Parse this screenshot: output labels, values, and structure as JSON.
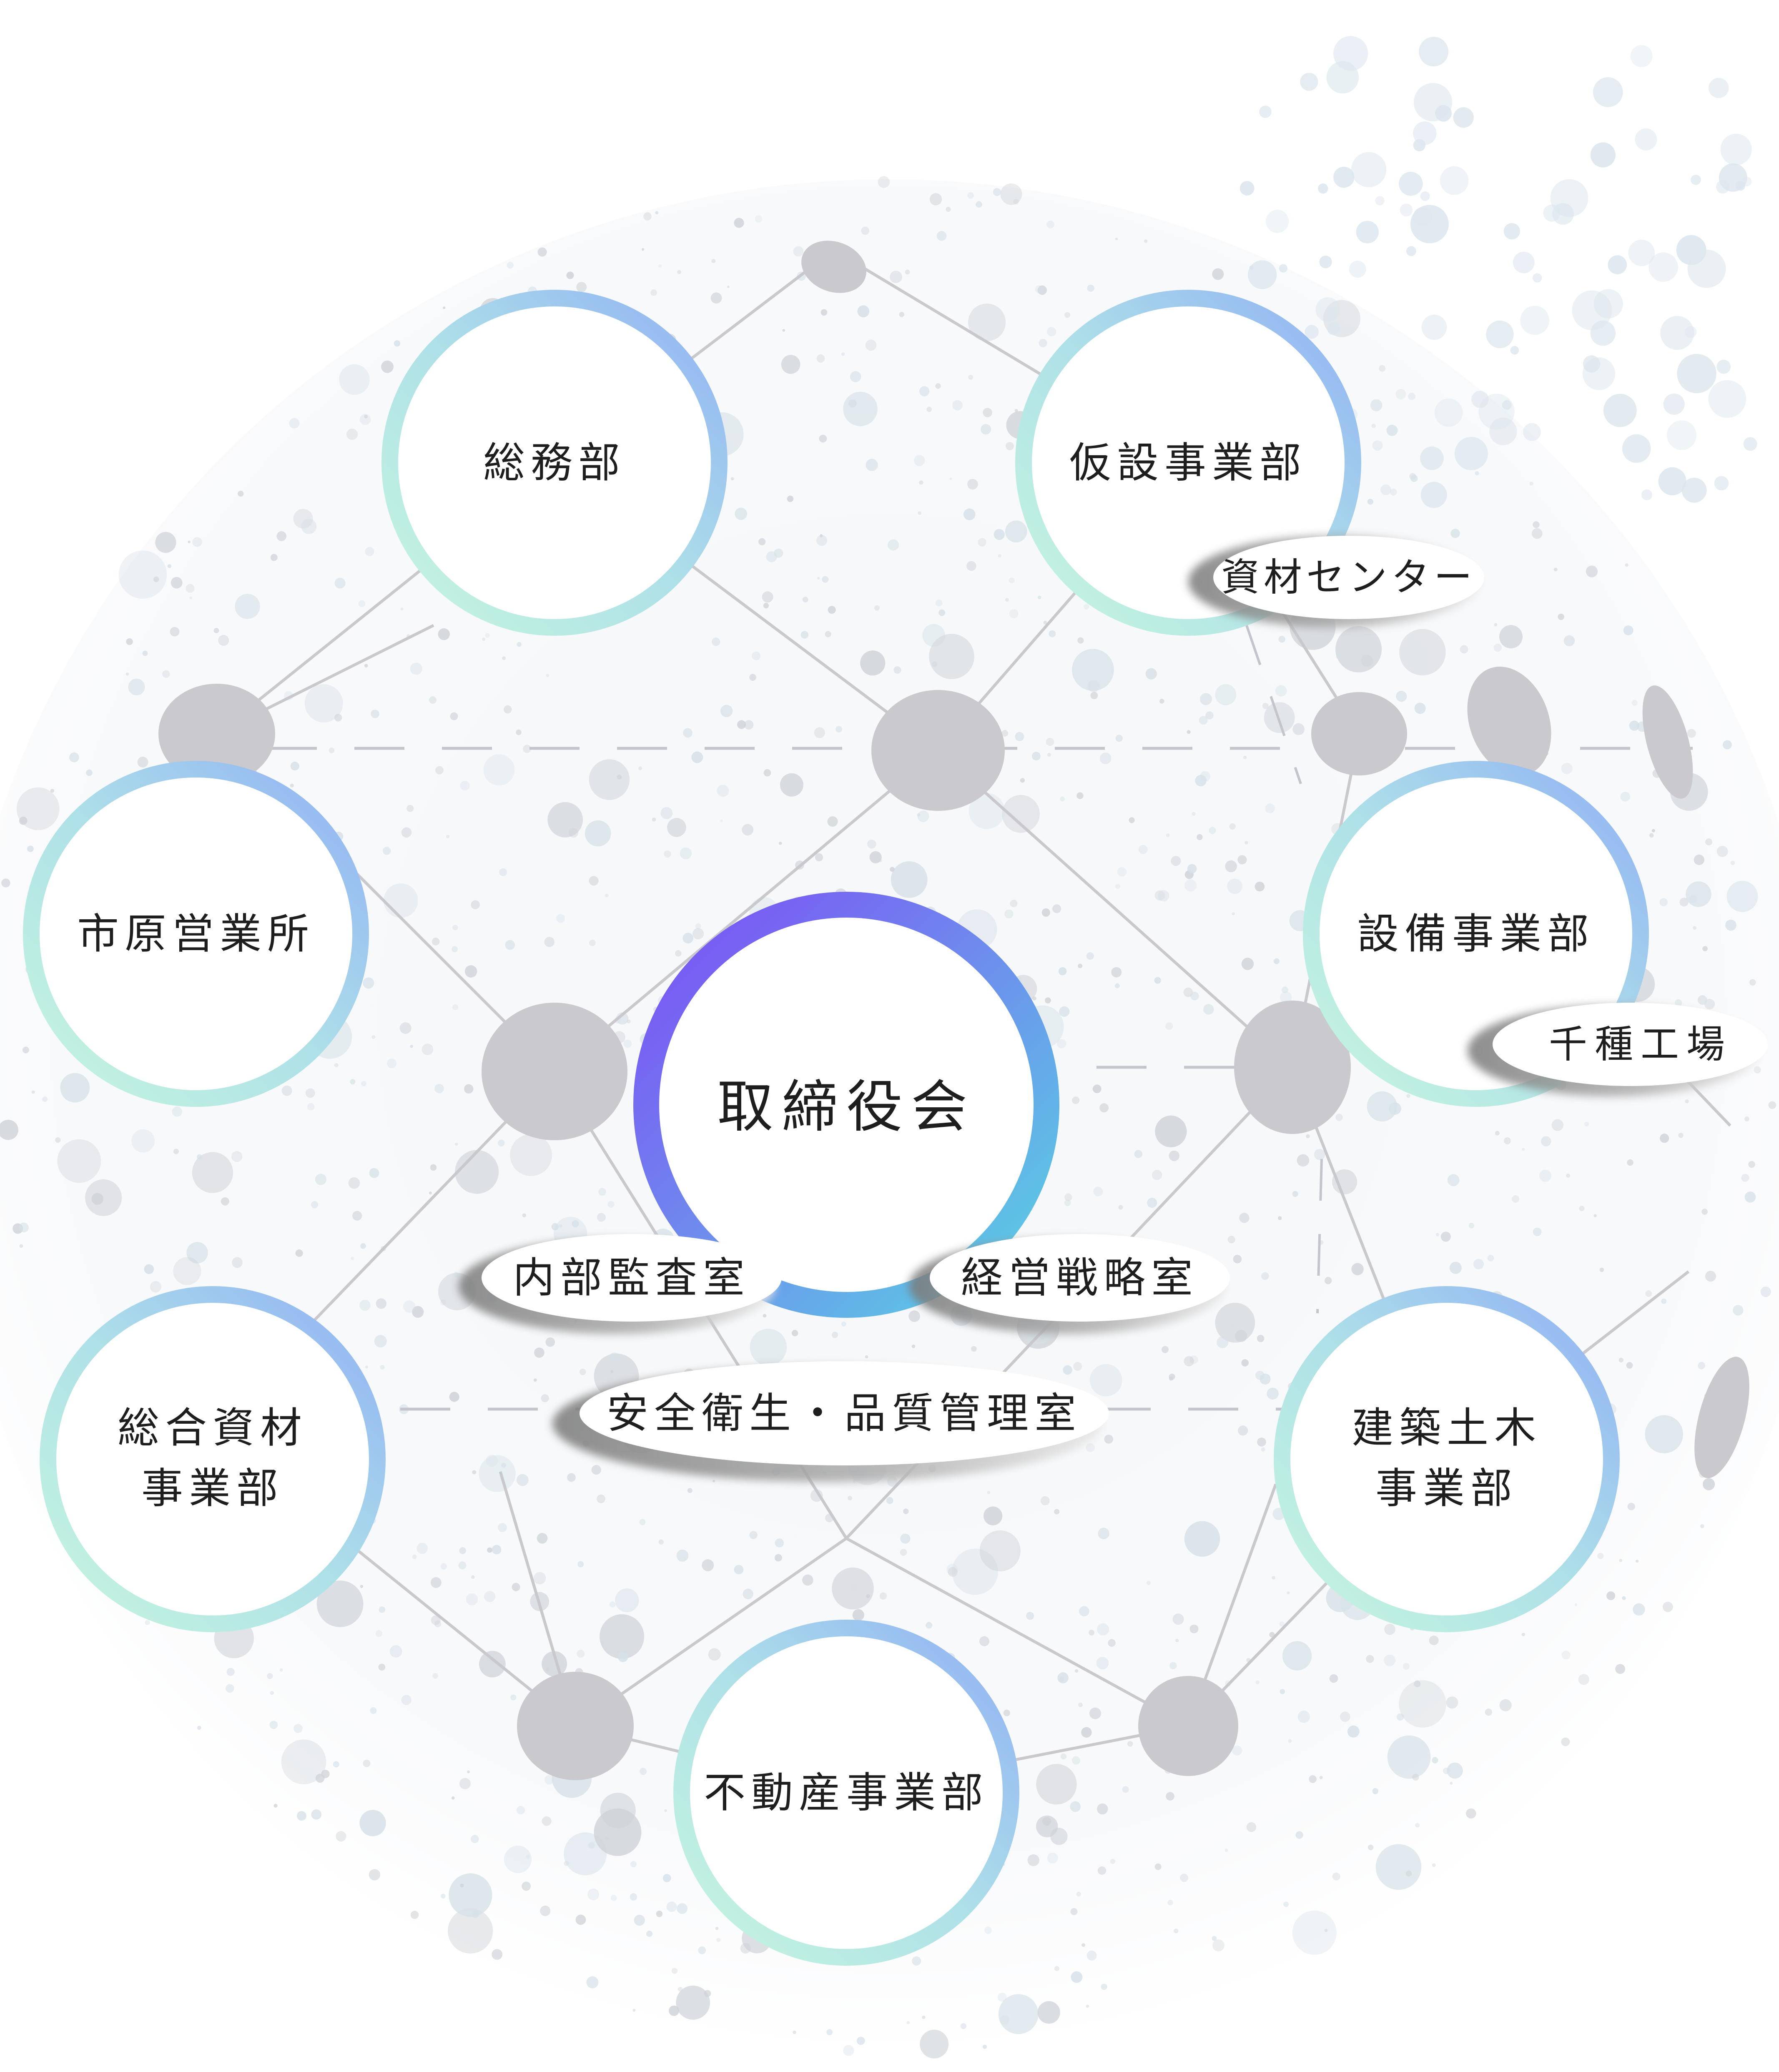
{
  "diagram": {
    "center": {
      "label": "取締役会",
      "ring_colors": [
        "#7b4df5",
        "#58d4e2"
      ]
    },
    "departments": [
      {
        "id": "soumubu",
        "label": "総務部"
      },
      {
        "id": "kasetsu",
        "label": "仮設事業部"
      },
      {
        "id": "ichihara",
        "label": "市原営業所"
      },
      {
        "id": "setsubi",
        "label": "設備事業部"
      },
      {
        "id": "sougou",
        "label": "総合資材事業部",
        "lines": [
          "総合資材",
          "事業部"
        ]
      },
      {
        "id": "kenchiku",
        "label": "建築土木事業部",
        "lines": [
          "建築土木",
          "事業部"
        ]
      },
      {
        "id": "fudousan",
        "label": "不動産事業部"
      }
    ],
    "offices": [
      {
        "id": "shizai-center",
        "label": "資材センター",
        "parent": "仮設事業部"
      },
      {
        "id": "chigusa",
        "label": "千種工場",
        "parent": "設備事業部"
      },
      {
        "id": "naibu-kansa",
        "label": "内部監査室",
        "parent": "取締役会"
      },
      {
        "id": "keiei-senryaku",
        "label": "経営戦略室",
        "parent": "取締役会"
      },
      {
        "id": "anzen-eisei",
        "label": "安全衛生・品質管理室",
        "parent": "取締役会"
      }
    ],
    "colors": {
      "ring_green": "#c6f6de",
      "ring_blue": "#8fb0f4",
      "connector": "#c2c2c8",
      "node_gray": "#c9c9ce",
      "dashed": "#c4c4cc",
      "pill_shadow": "#8f8f8f"
    }
  }
}
